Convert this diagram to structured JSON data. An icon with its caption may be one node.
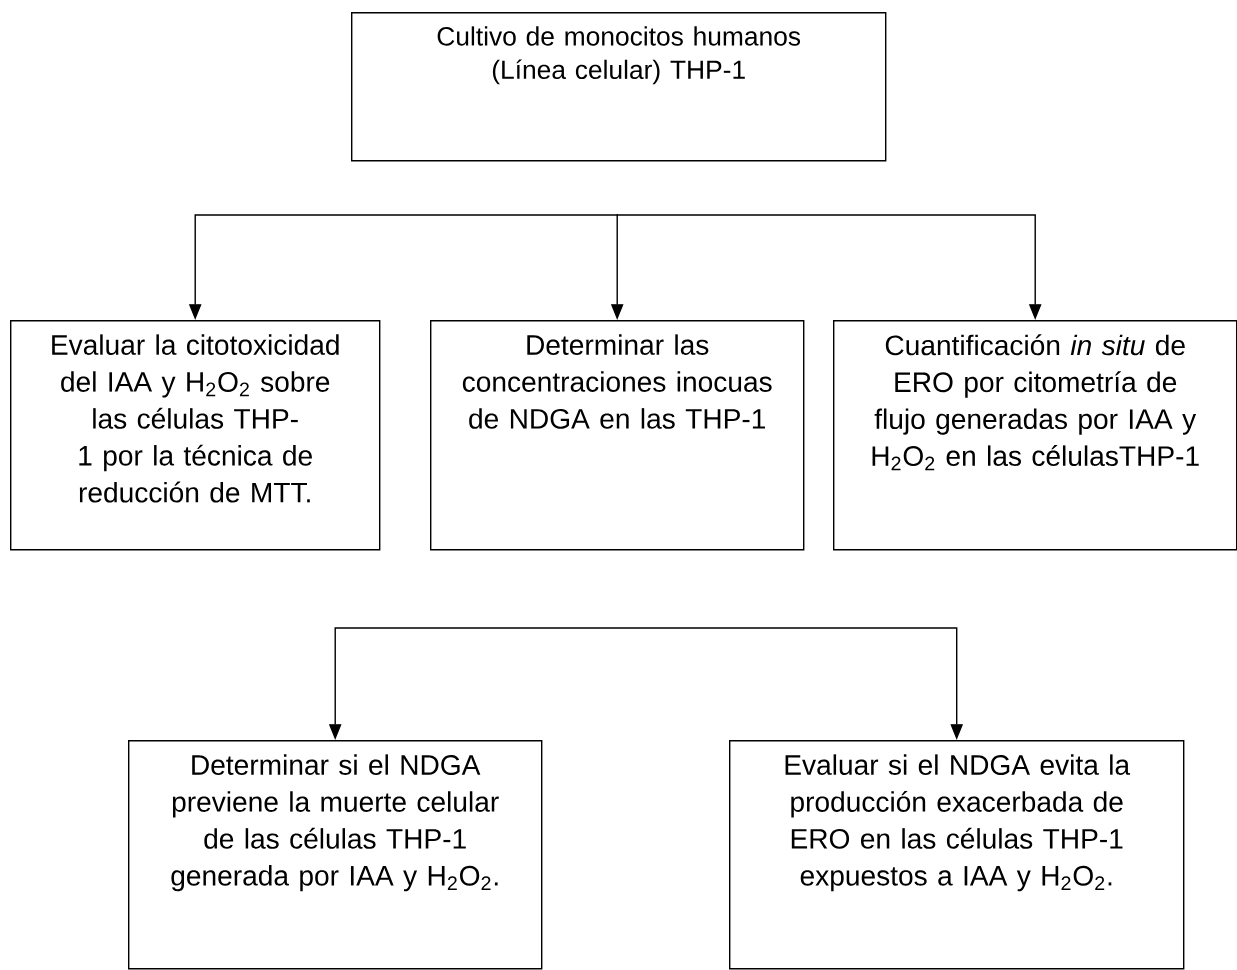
{
  "diagram": {
    "nodes": [
      {
        "text": [
          "Cultivo de monocitos humanos (Línea celular) THP-1"
        ]
      },
      {
        "text": [
          "Evaluar la citotoxicidad del IAA y H$_{2}$O$_{2}$ sobre las células THP-1 por la técnica de reducción de MTT."
        ]
      },
      {
        "text": [
          "Determinar las concentraciones inocuas de NDGA en las THP-1"
        ]
      },
      {
        "text": [
          "Cuantificación *in situ* de ERO por citometría de flujo generadas por IAA y H$_{2}$O$_{2}$ en las célulasTHP-1"
        ]
      },
      {
        "text": [
          "Determinar  si el NDGA previene la muerte celular de las células THP-1 generada por IAA y H$_{2}$O$_{2}$."
        ]
      },
      {
        "text": [
          "Evaluar si el NDGA  evita la producción exacerbada de ERO en las células THP-1 expuestos a IAA y H$_{2}$O$_{2}$."
        ]
      }
    ],
    "edges": [
      {
        "from": null,
        "to": 1,
        "arrow": "to"
      },
      {
        "from": null,
        "to": 2,
        "arrow": "to"
      },
      {
        "from": null,
        "to": 3,
        "arrow": "to"
      },
      {
        "from": null,
        "to": 4,
        "arrow": "to"
      },
      {
        "from": null,
        "to": 5,
        "arrow": "to"
      }
    ]
  }
}
